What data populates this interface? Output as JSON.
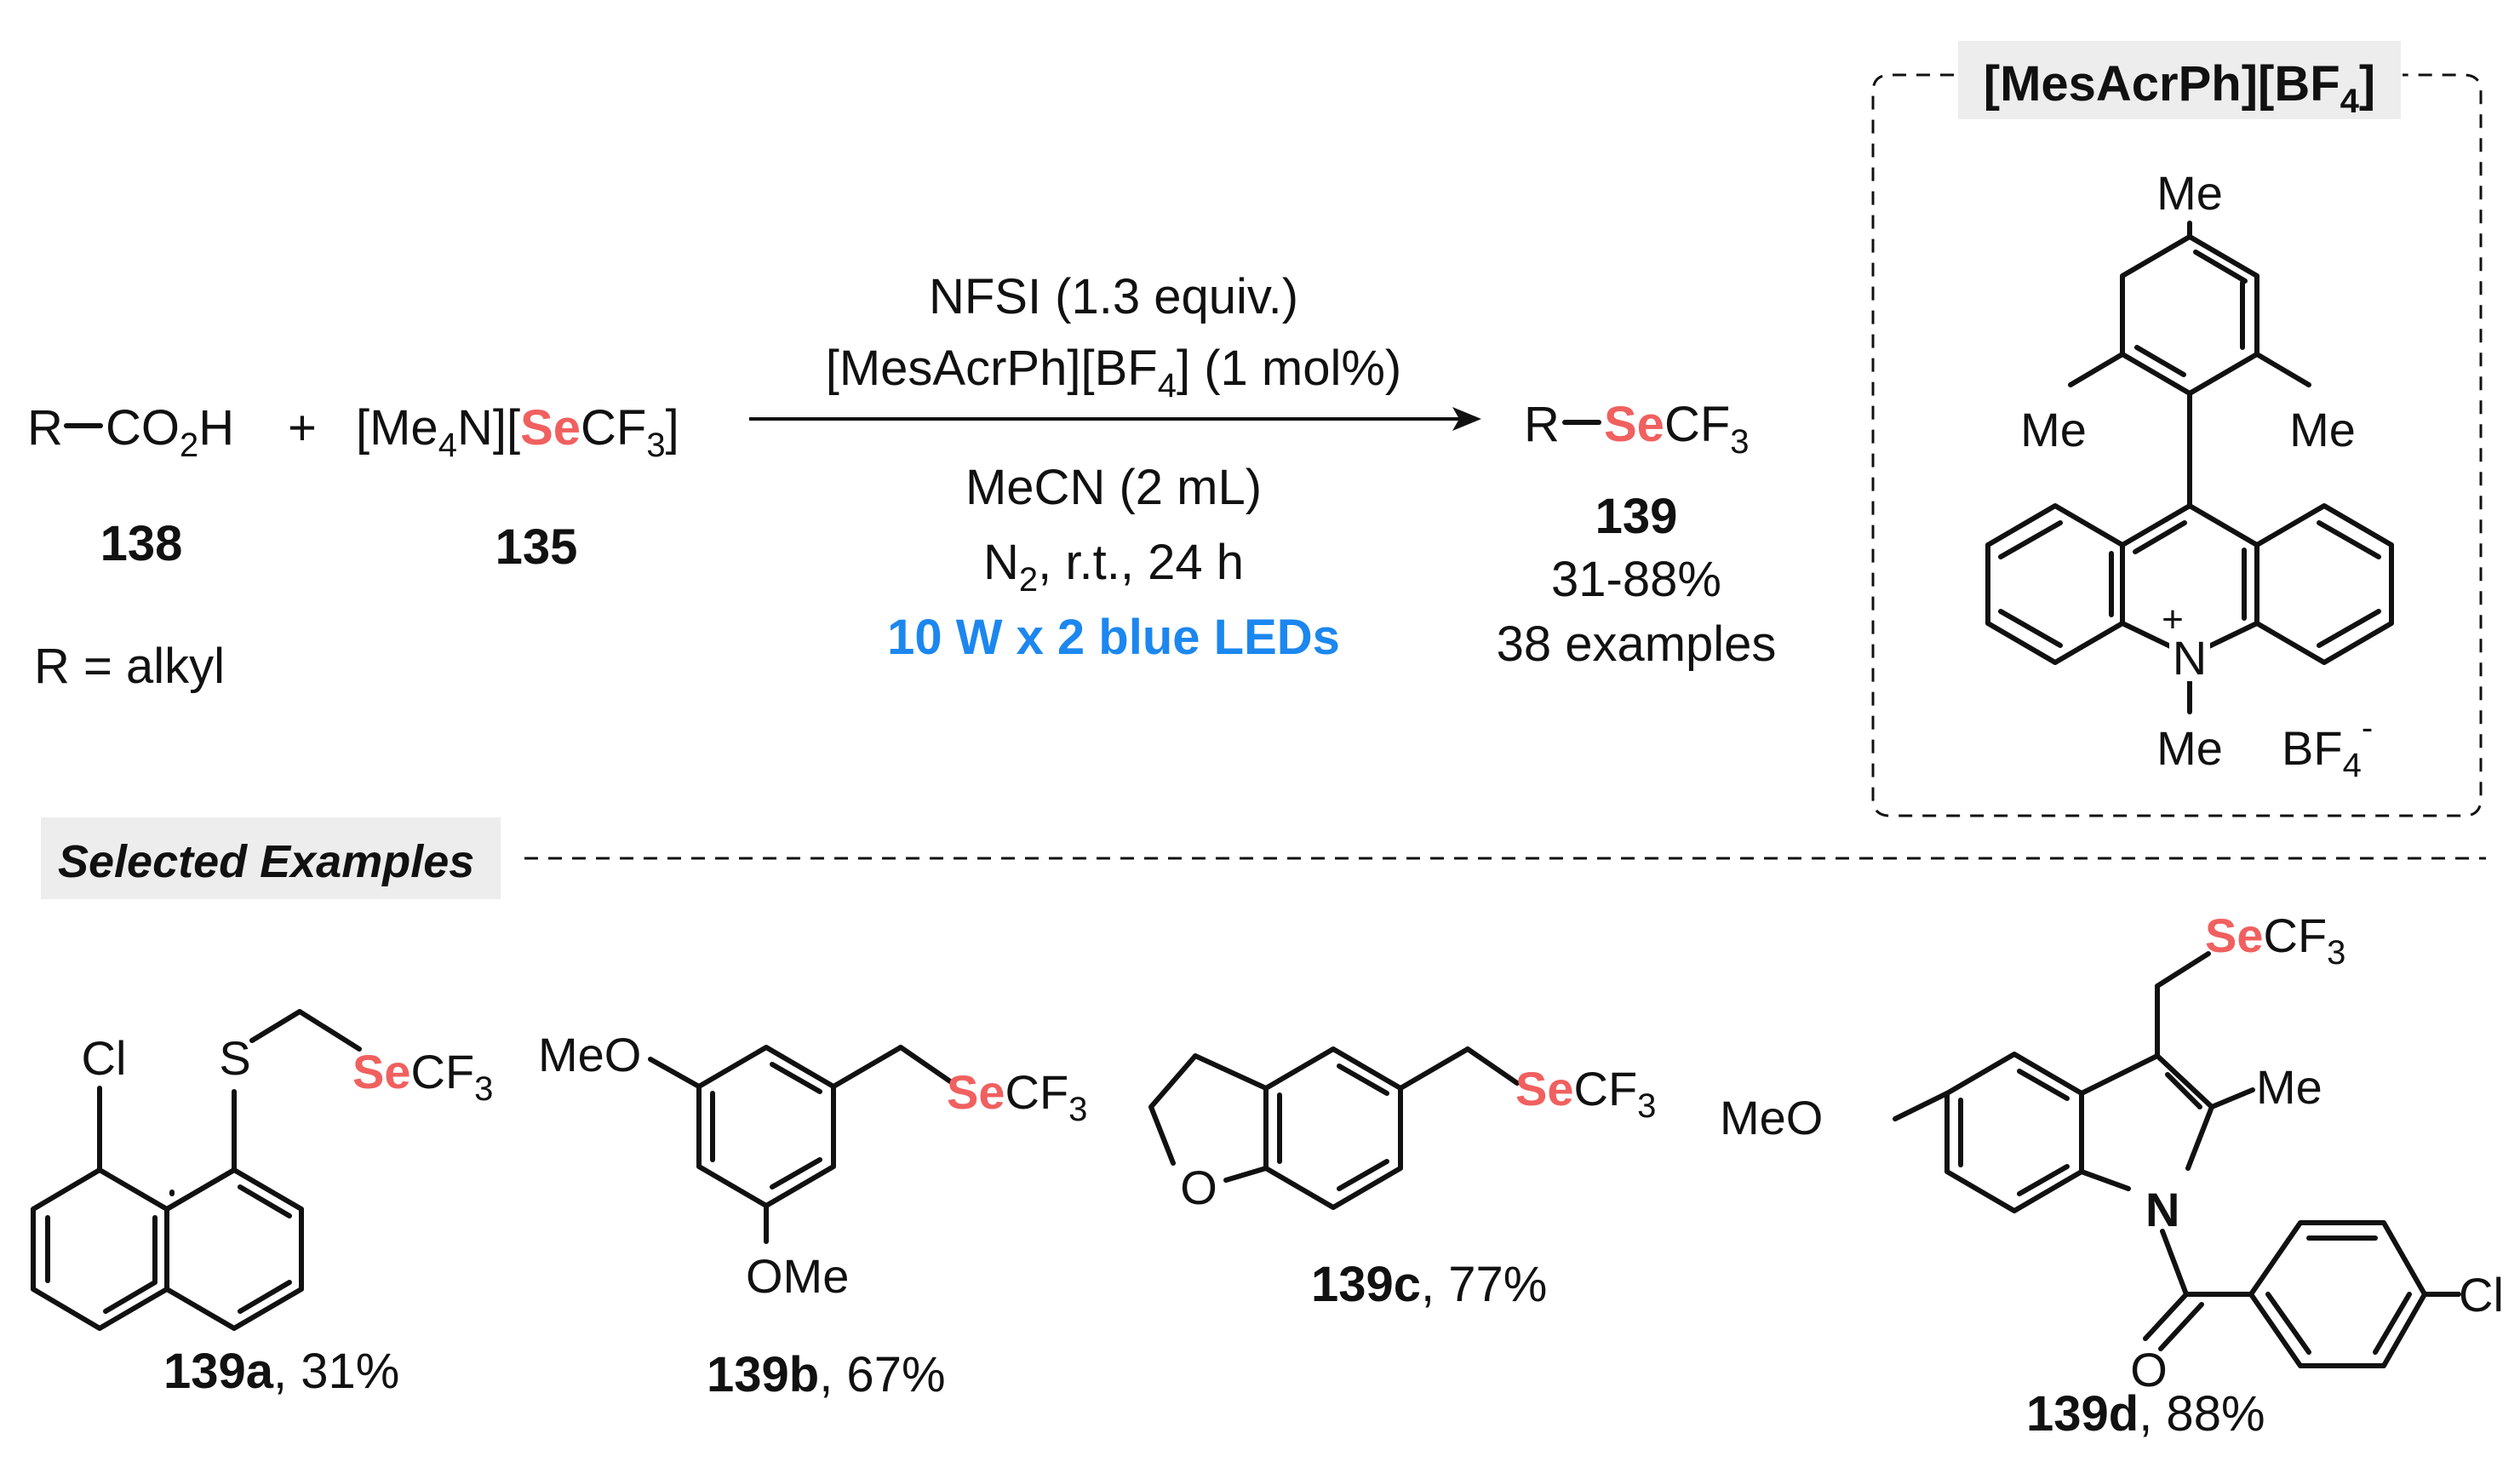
{
  "reaction": {
    "acid": {
      "r": "R",
      "co": "CO",
      "sub2": "2",
      "h": "H"
    },
    "plus": "+",
    "reagent": {
      "open": "[Me",
      "sub4": "4",
      "n": "N][",
      "se": "Se",
      "cf": "CF",
      "sub3": "3",
      "close": "]"
    },
    "label_acid": "138",
    "label_reagent": "135",
    "r_def": "R = alkyl",
    "conditions": {
      "line1": "NFSI (1.3 equiv.)",
      "line2_a": "[MesAcrPh][BF",
      "line2_sub": "4",
      "line2_b": "] (1 mol%)",
      "line3": "MeCN (2 mL)",
      "line4_a": "N",
      "line4_sub": "2",
      "line4_b": ", r.t., 24 h",
      "line5": "10 W x 2 blue LEDs"
    },
    "product": {
      "r": "R",
      "se": "Se",
      "cf": "CF",
      "sub3": "3"
    },
    "label_product": "139",
    "yield_range": "31-88%",
    "examples_count": "38 examples"
  },
  "catalyst": {
    "title_a": "[MesAcrPh][BF",
    "title_sub": "4",
    "title_b": "]",
    "me_top": "Me",
    "me_left": "Me",
    "me_right": "Me",
    "n_plus": "+",
    "n": "N",
    "me_n": "Me",
    "bf": "BF",
    "bf_sub": "4",
    "bf_charge": "-"
  },
  "selected": {
    "header": "Selected Examples",
    "a": {
      "cl": "Cl",
      "s": "S",
      "se": "Se",
      "cf": "CF",
      "sub3": "3",
      "label": "139a",
      "yield": ", 31%"
    },
    "b": {
      "meo": "MeO",
      "ome": "OMe",
      "se": "Se",
      "cf": "CF",
      "sub3": "3",
      "label": "139b",
      "yield": ", 67%"
    },
    "c": {
      "o": "O",
      "se": "Se",
      "cf": "CF",
      "sub3": "3",
      "label": "139c",
      "yield": ", 77%"
    },
    "d": {
      "se": "Se",
      "cf": "CF",
      "sub3": "3",
      "me": "Me",
      "meo": "MeO",
      "n": "N",
      "o": "O",
      "cl": "Cl",
      "label": "139d",
      "yield": ", 88%"
    }
  },
  "colors": {
    "selenium": "#f0605f",
    "led_blue": "#1c87ef",
    "label_background": "#ededed"
  }
}
